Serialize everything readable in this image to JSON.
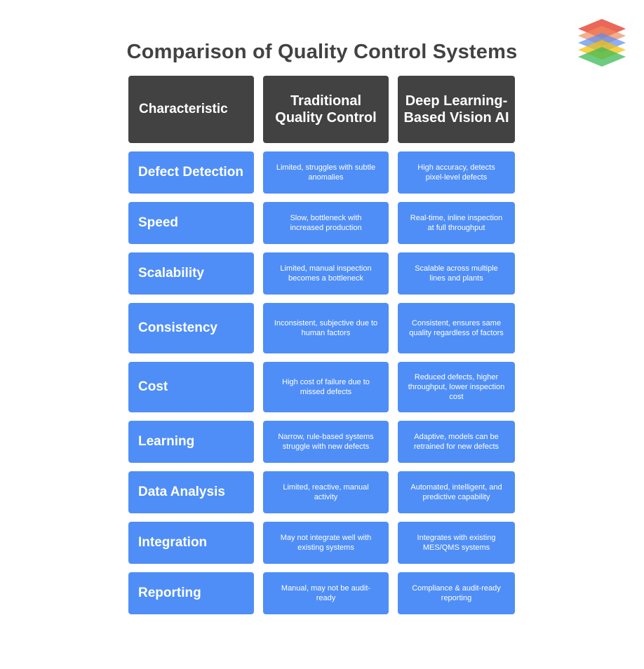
{
  "title": "Comparison of Quality Control Systems",
  "colors": {
    "header_bg": "#424242",
    "cell_bg": "#4f8ef7",
    "title": "#424242"
  },
  "logo_icon": "layered-stack-icon",
  "headers": [
    "Characteristic",
    "Traditional Quality Control",
    "Deep Learning-Based Vision AI"
  ],
  "rows": [
    {
      "characteristic": "Defect Detection",
      "traditional": "Limited, struggles with subtle anomalies",
      "vision_ai": "High accuracy, detects pixel-level defects"
    },
    {
      "characteristic": "Speed",
      "traditional": "Slow, bottleneck with increased production",
      "vision_ai": "Real-time, inline inspection at full throughput"
    },
    {
      "characteristic": "Scalability",
      "traditional": "Limited, manual inspection becomes a bottleneck",
      "vision_ai": "Scalable across multiple lines and plants"
    },
    {
      "characteristic": "Consistency",
      "traditional": "Inconsistent, subjective due to human factors",
      "vision_ai": "Consistent, ensures same quality regardless of factors"
    },
    {
      "characteristic": "Cost",
      "traditional": "High cost of failure due to missed defects",
      "vision_ai": "Reduced defects, higher throughput, lower inspection cost"
    },
    {
      "characteristic": "Learning",
      "traditional": "Narrow, rule-based systems struggle with new defects",
      "vision_ai": "Adaptive, models can be retrained for new defects"
    },
    {
      "characteristic": "Data Analysis",
      "traditional": "Limited, reactive, manual activity",
      "vision_ai": "Automated, intelligent, and predictive capability"
    },
    {
      "characteristic": "Integration",
      "traditional": "May not integrate well with existing systems",
      "vision_ai": "Integrates with existing MES/QMS systems"
    },
    {
      "characteristic": "Reporting",
      "traditional": "Manual, may not be audit-ready",
      "vision_ai": "Compliance & audit-ready reporting"
    }
  ]
}
